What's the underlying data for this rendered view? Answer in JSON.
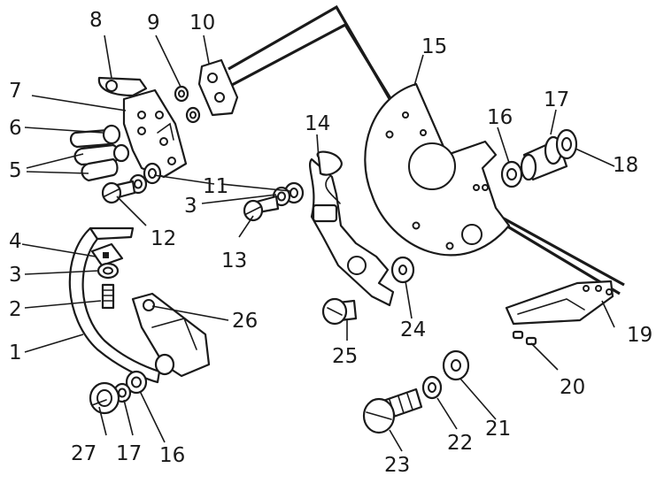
{
  "diagram": {
    "labels": {
      "p1": "1",
      "p2": "2",
      "p3a": "3",
      "p3b": "3",
      "p4": "4",
      "p5": "5",
      "p6": "6",
      "p7": "7",
      "p8": "8",
      "p9": "9",
      "p10": "10",
      "p11": "11",
      "p12": "12",
      "p13": "13",
      "p14": "14",
      "p15": "15",
      "p16a": "16",
      "p16b": "16",
      "p17a": "17",
      "p17b": "17",
      "p18": "18",
      "p19": "19",
      "p20": "20",
      "p21": "21",
      "p22": "22",
      "p23": "23",
      "p24": "24",
      "p25": "25",
      "p26": "26",
      "p27": "27"
    }
  }
}
